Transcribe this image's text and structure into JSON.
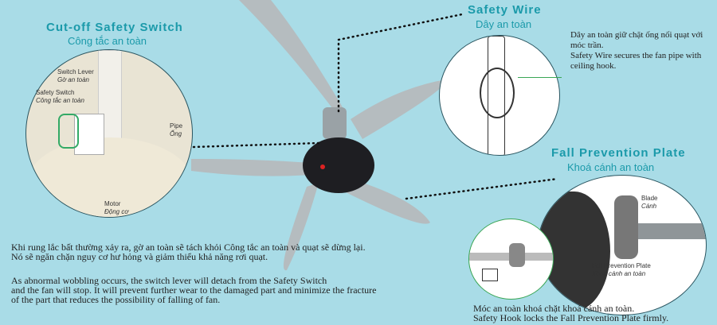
{
  "cutoff": {
    "title": "Cut-off Safety Switch",
    "subtitle": "Công tắc an toàn",
    "labels": [
      {
        "en": "Switch Lever",
        "vi": "Gờ an toàn"
      },
      {
        "en": "Safety Switch",
        "vi": "Công tắc an toàn"
      },
      {
        "en": "Pipe",
        "vi": "Ống"
      },
      {
        "en": "Motor",
        "vi": "Động cơ"
      }
    ],
    "desc_vi": [
      "Khi rung lắc bất thường xảy ra, gờ an toàn sẽ tách khỏi Công tắc an toàn và quạt sẽ dừng lại.",
      "Nó sẽ ngăn chặn nguy cơ hư hỏng và giảm thiểu khả năng rơi quạt."
    ],
    "desc_en": [
      "As abnormal wobbling occurs, the switch lever will detach from the Safety Switch",
      "and the fan will stop. It will prevent further wear to the damaged part and minimize the fracture",
      "of the part that reduces the possibility of falling of fan."
    ]
  },
  "wire": {
    "title": "Safety Wire",
    "subtitle": "Dây an toàn",
    "desc": [
      "Dây an toàn giữ chặt ống nối quạt với",
      "móc trần.",
      "Safety Wire secures the fan pipe with",
      "ceiling hook."
    ]
  },
  "plate": {
    "title": "Fall Prevention Plate",
    "subtitle": "Khoá cánh an toàn",
    "labels": [
      {
        "en": "Blade",
        "vi": "Cánh"
      },
      {
        "en": "Fall Prevention Plate",
        "vi": "Khoá cánh an toàn"
      }
    ],
    "desc": [
      "Móc an toàn khoá chặt khoá cánh an toàn.",
      "Safety Hook locks the Fall Prevention Plate firmly."
    ]
  },
  "colors": {
    "background": "#a9dce7",
    "accent": "#1b9aaa",
    "leader": "#3aa655"
  }
}
